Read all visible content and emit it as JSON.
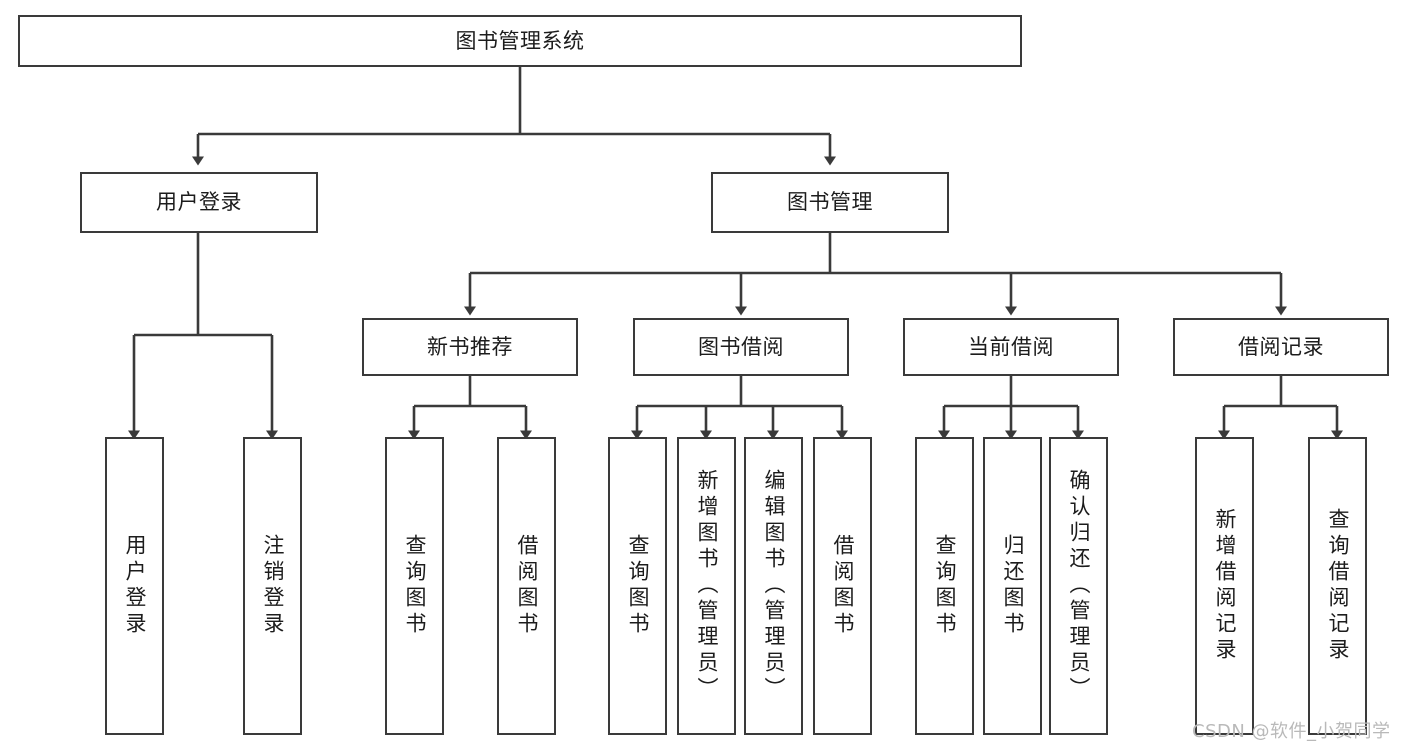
{
  "diagram": {
    "title": "图书管理系统",
    "type": "tree-hierarchy-chart",
    "background_color": "#ffffff",
    "box_border_color": "#3a3a3a",
    "text_color": "#1c1c1c",
    "connector_color": "#3a3a3a"
  },
  "nodes": {
    "root": {
      "label": "图书管理系统",
      "level": 0,
      "orientation": "horizontal"
    },
    "l1": [
      {
        "id": "user-login",
        "label": "用户登录",
        "level": 1,
        "orientation": "horizontal"
      },
      {
        "id": "book-manage",
        "label": "图书管理",
        "level": 1,
        "orientation": "horizontal"
      }
    ],
    "l2": [
      {
        "id": "new-book-rec",
        "label": "新书推荐",
        "level": 2,
        "orientation": "horizontal",
        "parent": "book-manage"
      },
      {
        "id": "book-borrow",
        "label": "图书借阅",
        "level": 2,
        "orientation": "horizontal",
        "parent": "book-manage"
      },
      {
        "id": "current-borrow",
        "label": "当前借阅",
        "level": 2,
        "orientation": "horizontal",
        "parent": "book-manage"
      },
      {
        "id": "borrow-record",
        "label": "借阅记录",
        "level": 2,
        "orientation": "horizontal",
        "parent": "book-manage"
      }
    ],
    "leaves": [
      {
        "id": "leaf-user-login",
        "label": "用户登录",
        "orientation": "vertical",
        "parent": "user-login"
      },
      {
        "id": "leaf-logout",
        "label": "注销登录",
        "orientation": "vertical",
        "parent": "user-login"
      },
      {
        "id": "leaf-query-book-1",
        "label": "查询图书",
        "orientation": "vertical",
        "parent": "new-book-rec"
      },
      {
        "id": "leaf-borrow-book-1",
        "label": "借阅图书",
        "orientation": "vertical",
        "parent": "new-book-rec"
      },
      {
        "id": "leaf-query-book-2",
        "label": "查询图书",
        "orientation": "vertical",
        "parent": "book-borrow"
      },
      {
        "id": "leaf-add-book",
        "label": "新增图书（管理员）",
        "orientation": "vertical",
        "parent": "book-borrow"
      },
      {
        "id": "leaf-edit-book",
        "label": "编辑图书（管理员）",
        "orientation": "vertical",
        "parent": "book-borrow"
      },
      {
        "id": "leaf-borrow-book-2",
        "label": "借阅图书",
        "orientation": "vertical",
        "parent": "book-borrow"
      },
      {
        "id": "leaf-query-book-3",
        "label": "查询图书",
        "orientation": "vertical",
        "parent": "current-borrow"
      },
      {
        "id": "leaf-return-book",
        "label": "归还图书",
        "orientation": "vertical",
        "parent": "current-borrow"
      },
      {
        "id": "leaf-confirm-return",
        "label": "确认归还（管理员）",
        "orientation": "vertical",
        "parent": "current-borrow"
      },
      {
        "id": "leaf-add-record",
        "label": "新增借阅记录",
        "orientation": "vertical",
        "parent": "borrow-record"
      },
      {
        "id": "leaf-query-record",
        "label": "查询借阅记录",
        "orientation": "vertical",
        "parent": "borrow-record"
      }
    ]
  },
  "watermark": {
    "text": "CSDN @软件_小贺同学"
  }
}
